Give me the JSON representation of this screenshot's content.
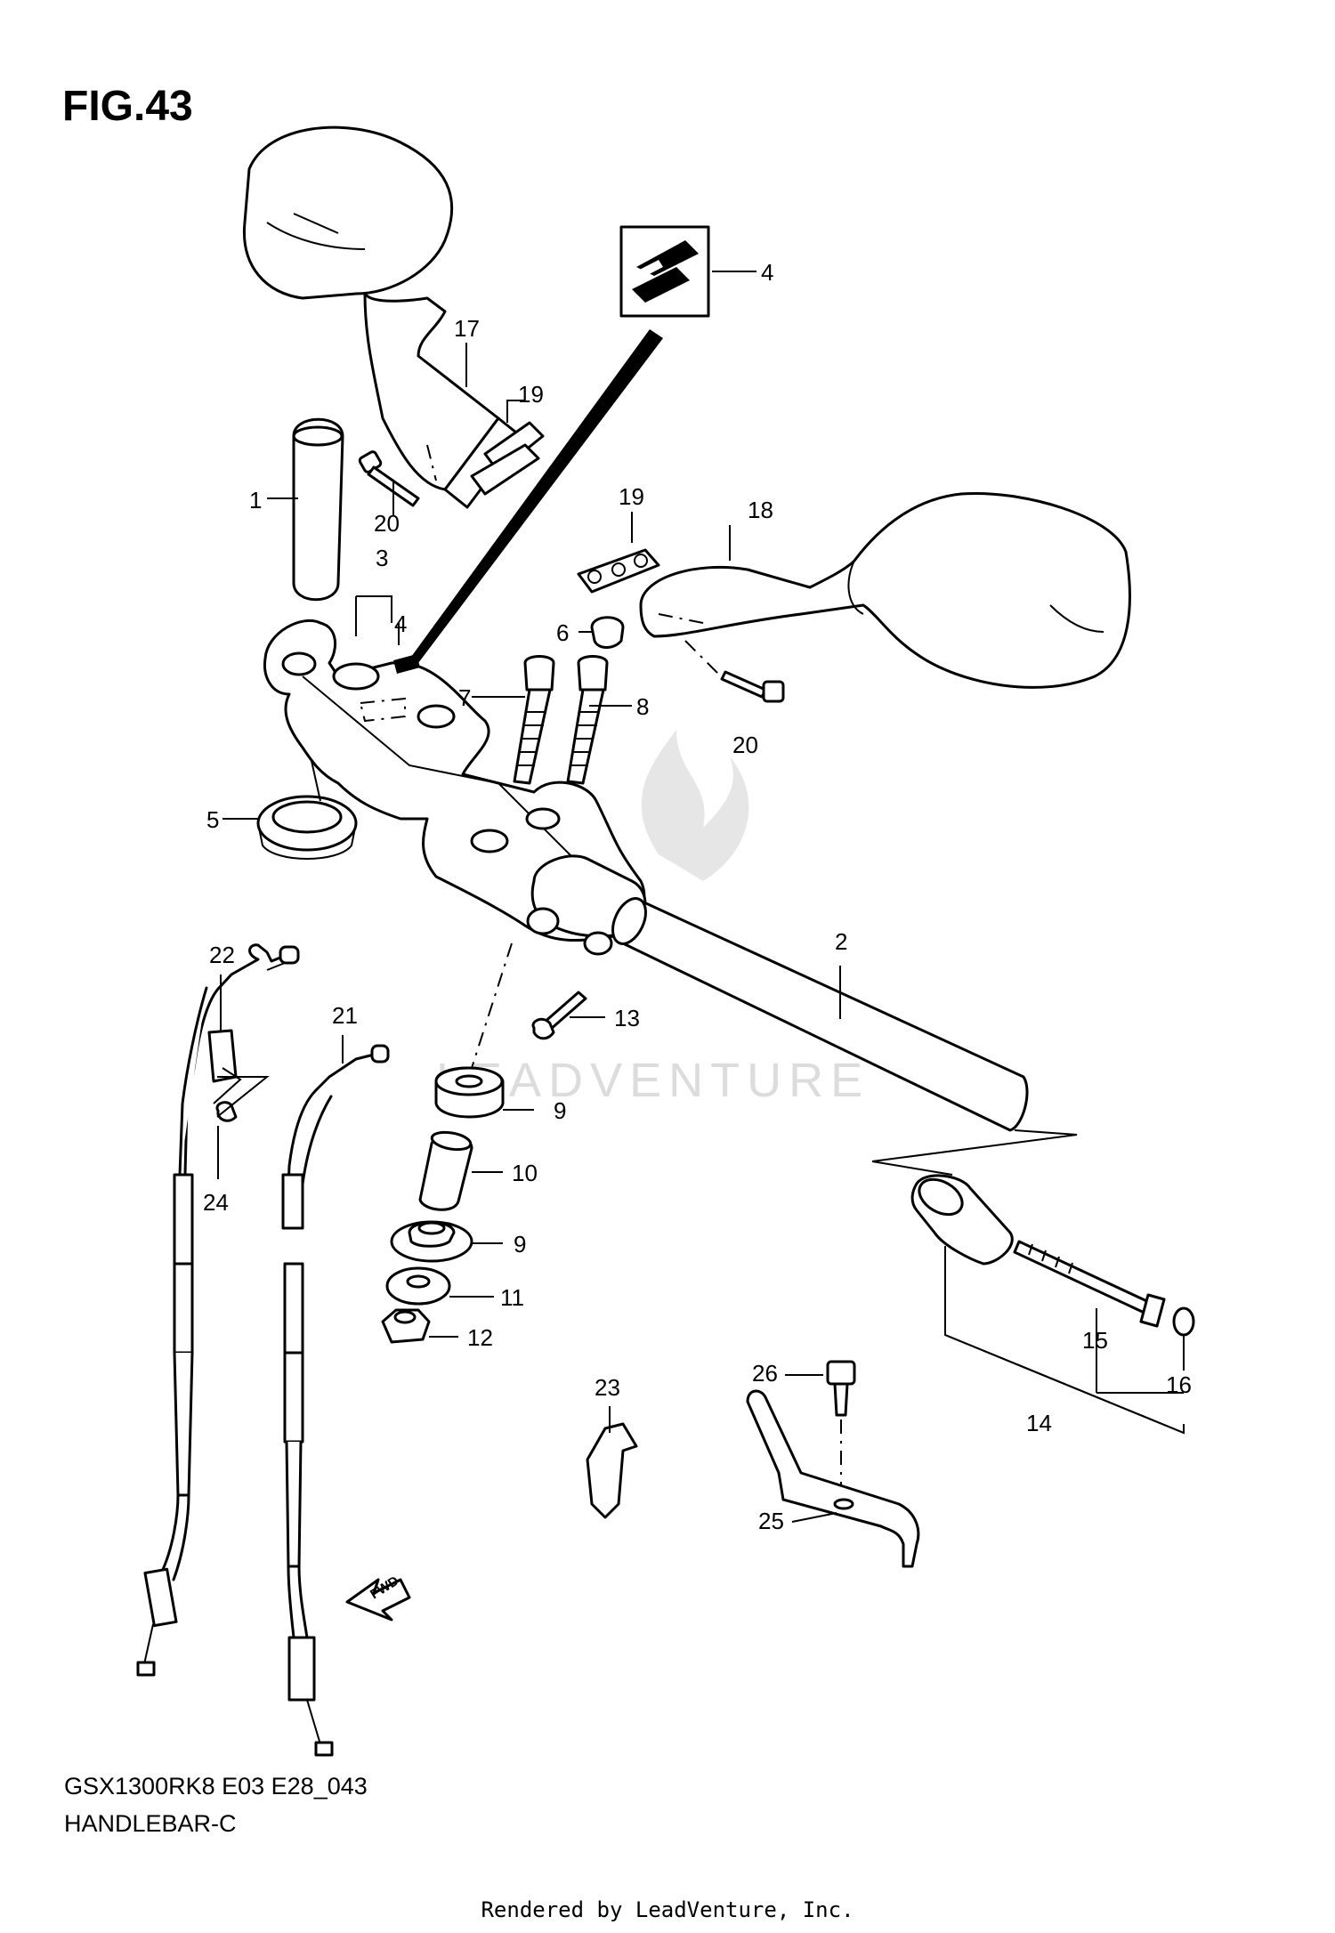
{
  "figure": {
    "title": "FIG.43",
    "model_code": "GSX1300RK8 E03 E28_043",
    "section_name": "HANDLEBAR-C"
  },
  "watermark": {
    "text": "LEADVENTURE"
  },
  "footer": {
    "credit": "Rendered by LeadVenture, Inc."
  },
  "callouts": [
    {
      "id": "c1",
      "label": "1"
    },
    {
      "id": "c2",
      "label": "2"
    },
    {
      "id": "c3",
      "label": "3"
    },
    {
      "id": "c4a",
      "label": "4"
    },
    {
      "id": "c4b",
      "label": "4"
    },
    {
      "id": "c5",
      "label": "5"
    },
    {
      "id": "c6",
      "label": "6"
    },
    {
      "id": "c7",
      "label": "7"
    },
    {
      "id": "c8",
      "label": "8"
    },
    {
      "id": "c9a",
      "label": "9"
    },
    {
      "id": "c9b",
      "label": "9"
    },
    {
      "id": "c10",
      "label": "10"
    },
    {
      "id": "c11",
      "label": "11"
    },
    {
      "id": "c12",
      "label": "12"
    },
    {
      "id": "c13",
      "label": "13"
    },
    {
      "id": "c14",
      "label": "14"
    },
    {
      "id": "c15",
      "label": "15"
    },
    {
      "id": "c16",
      "label": "16"
    },
    {
      "id": "c17",
      "label": "17"
    },
    {
      "id": "c18",
      "label": "18"
    },
    {
      "id": "c19a",
      "label": "19"
    },
    {
      "id": "c19b",
      "label": "19"
    },
    {
      "id": "c20a",
      "label": "20"
    },
    {
      "id": "c20b",
      "label": "20"
    },
    {
      "id": "c21",
      "label": "21"
    },
    {
      "id": "c22",
      "label": "22"
    },
    {
      "id": "c23",
      "label": "23"
    },
    {
      "id": "c24",
      "label": "24"
    },
    {
      "id": "c25",
      "label": "25"
    },
    {
      "id": "c26",
      "label": "26"
    }
  ],
  "direction_marker": {
    "label": "FWD"
  }
}
